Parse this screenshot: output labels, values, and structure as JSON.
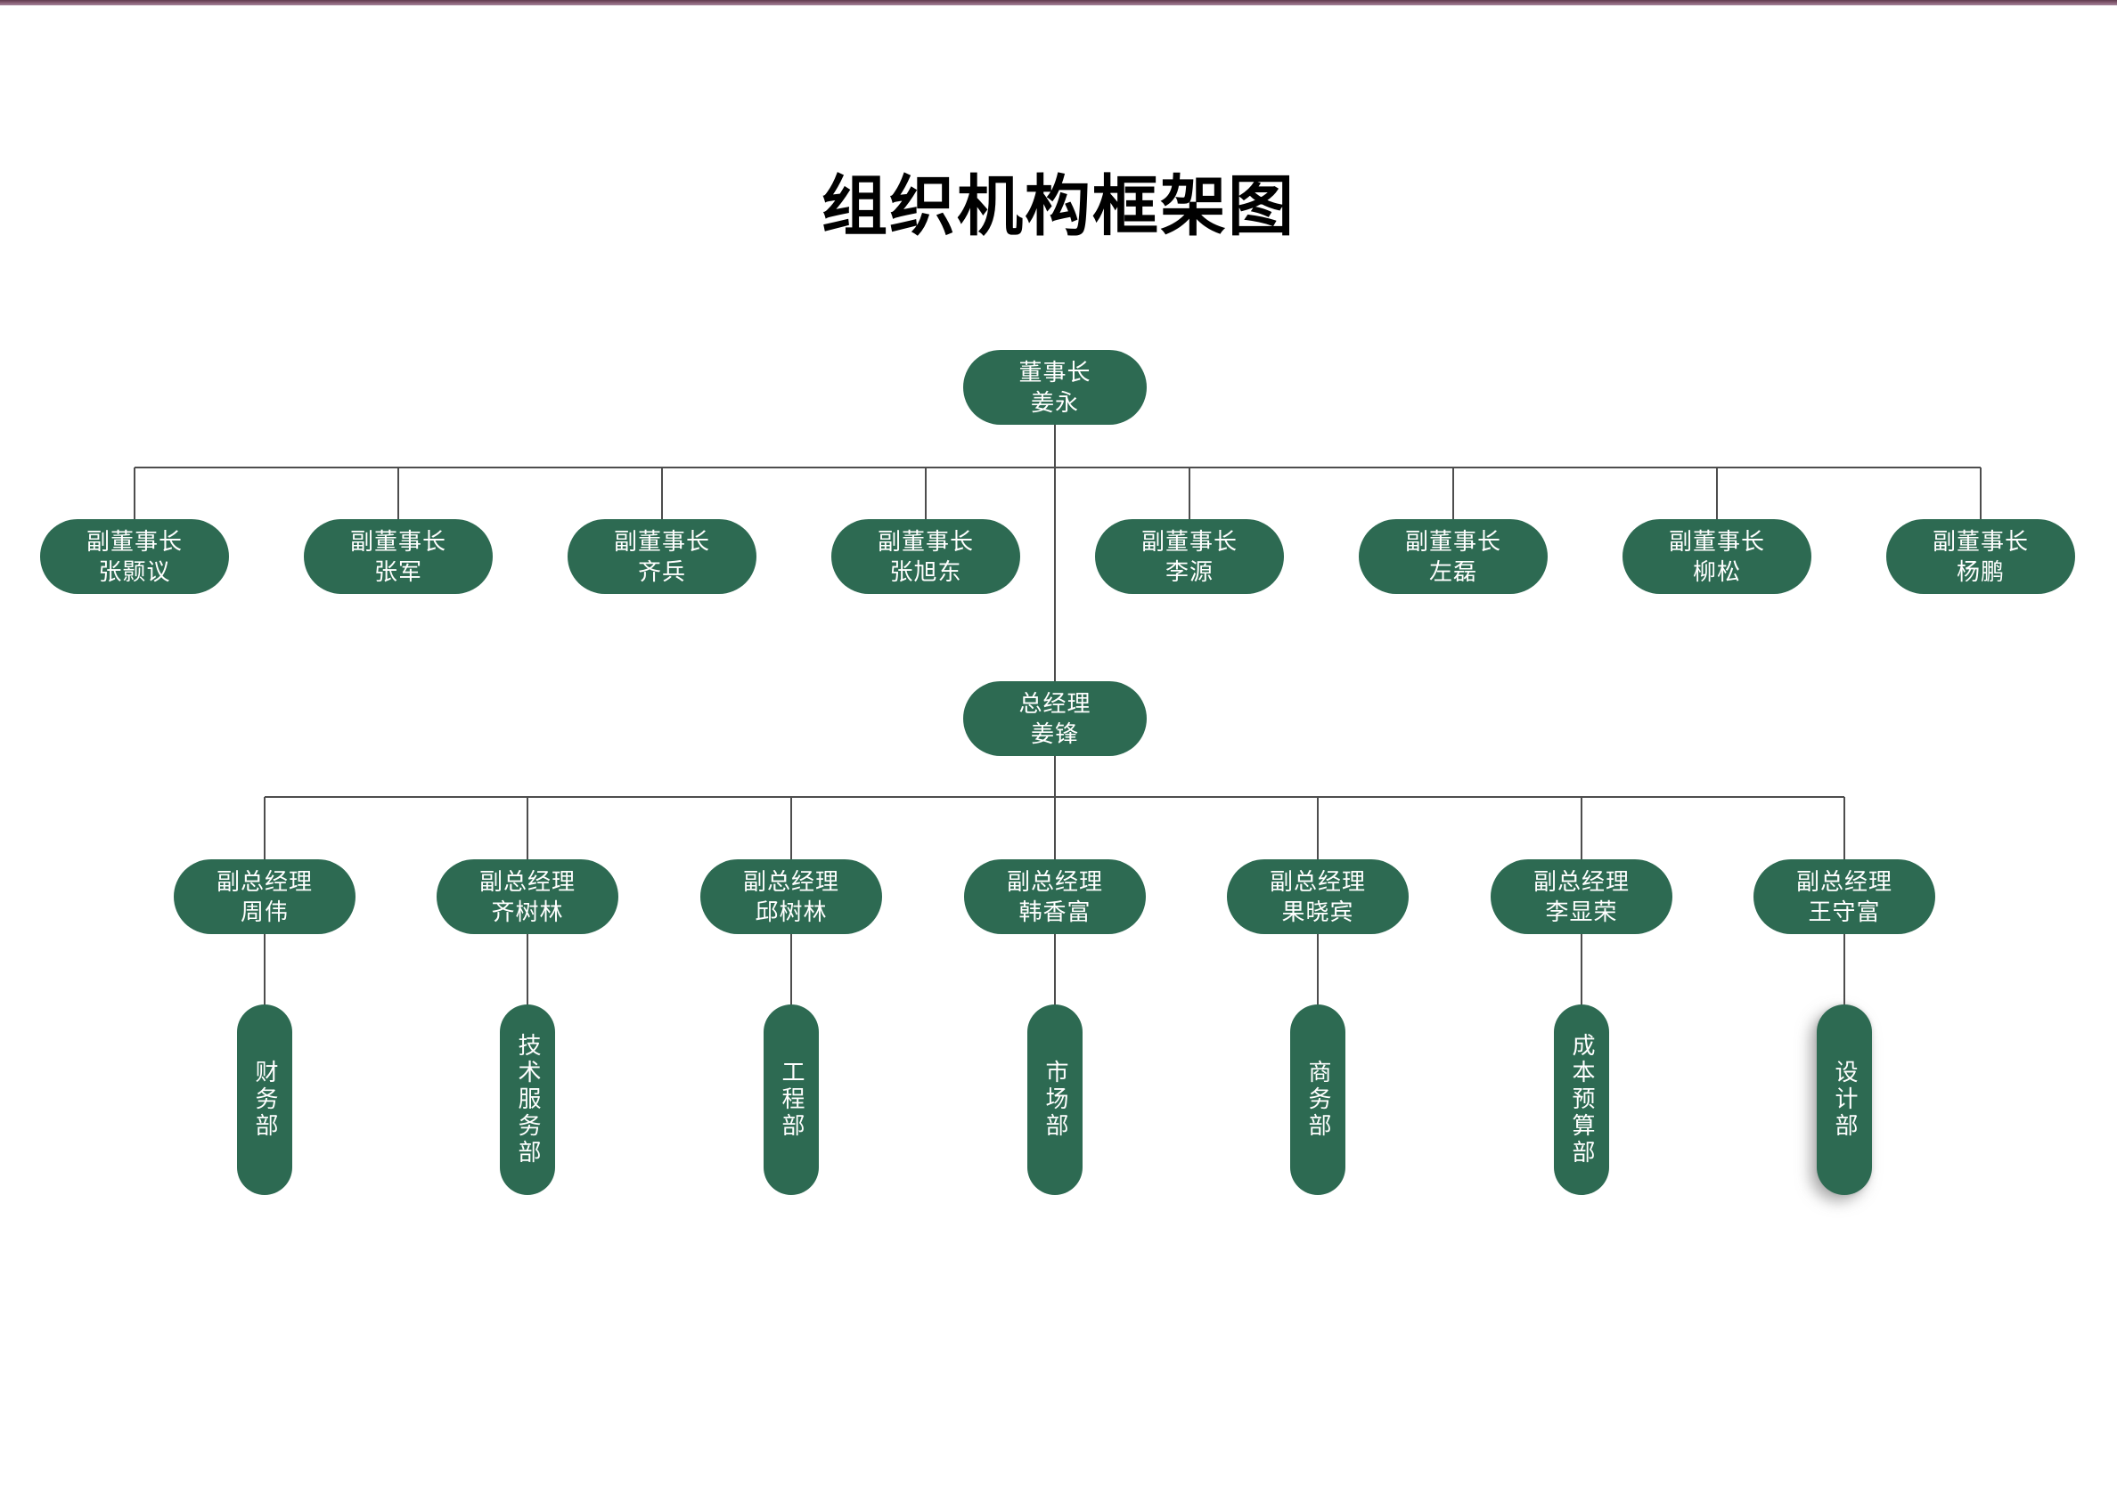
{
  "page_title": "组织机构框架图",
  "chart_data": {
    "type": "org-chart",
    "title": "组织机构框架图",
    "colors": {
      "node_fill": "#2D6A52",
      "node_text": "#FFFFFF",
      "connector": "#4D4D4D",
      "top_bar": "#7A4E63",
      "title_text": "#000000",
      "background": "#FFFFFF"
    },
    "levels": {
      "chairman": {
        "role": "董事长",
        "name": "姜永"
      },
      "vice_chairmen": [
        {
          "role": "副董事长",
          "name": "张颢议"
        },
        {
          "role": "副董事长",
          "name": "张军"
        },
        {
          "role": "副董事长",
          "name": "齐兵"
        },
        {
          "role": "副董事长",
          "name": "张旭东"
        },
        {
          "role": "副董事长",
          "name": "李源"
        },
        {
          "role": "副董事长",
          "name": "左磊"
        },
        {
          "role": "副董事长",
          "name": "柳松"
        },
        {
          "role": "副董事长",
          "name": "杨鹏"
        }
      ],
      "general_manager": {
        "role": "总经理",
        "name": "姜锋"
      },
      "deputy_general_managers": [
        {
          "role": "副总经理",
          "name": "周伟",
          "department": "财务部"
        },
        {
          "role": "副总经理",
          "name": "齐树林",
          "department": "技术服务部"
        },
        {
          "role": "副总经理",
          "name": "邱树林",
          "department": "工程部"
        },
        {
          "role": "副总经理",
          "name": "韩香富",
          "department": "市场部"
        },
        {
          "role": "副总经理",
          "name": "果晓宾",
          "department": "商务部"
        },
        {
          "role": "副总经理",
          "name": "李显荣",
          "department": "成本预算部"
        },
        {
          "role": "副总经理",
          "name": "王守富",
          "department": "设计部"
        }
      ]
    },
    "hierarchy_note": "chairman -> 8 vice chairmen (bus); chairman -> general manager -> 7 deputy general managers (bus); each deputy general manager -> one department"
  }
}
